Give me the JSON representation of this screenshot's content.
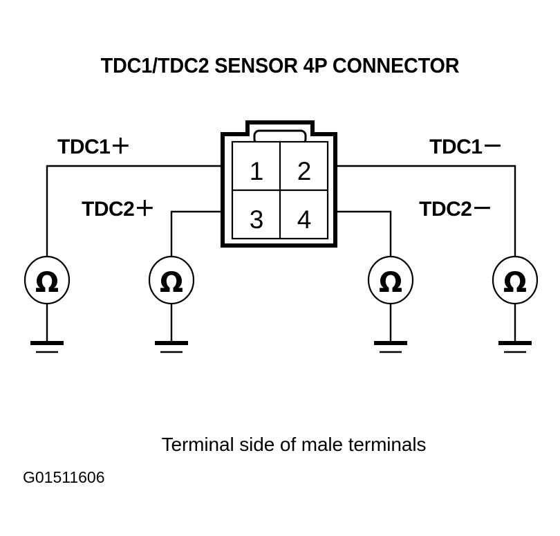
{
  "figure": {
    "title": "TDC1/TDC2 SENSOR 4P CONNECTOR",
    "caption": "Terminal side of male terminals",
    "figure_id": "G01511606",
    "background_color": "#ffffff",
    "line_color": "#000000"
  },
  "connector": {
    "name": "TDC1/TDC2 SENSOR 4P CONNECTOR",
    "pin_count": "4P",
    "view": "Terminal side of male terminals",
    "terminals": [
      {
        "number": "1",
        "position": "top-left"
      },
      {
        "number": "2",
        "position": "top-right"
      },
      {
        "number": "3",
        "position": "bottom-left"
      },
      {
        "number": "4",
        "position": "bottom-right"
      }
    ]
  },
  "wire_labels": {
    "tdc1_pos": "TDC1＋",
    "tdc1_neg": "TDC1－",
    "tdc2_pos": "TDC2＋",
    "tdc2_neg": "TDC2－"
  },
  "meters": [
    {
      "symbol": "Ω",
      "connects_to_terminal": "1",
      "label": "TDC1＋"
    },
    {
      "symbol": "Ω",
      "connects_to_terminal": "3",
      "label": "TDC2＋"
    },
    {
      "symbol": "Ω",
      "connects_to_terminal": "4",
      "label": "TDC2－"
    },
    {
      "symbol": "Ω",
      "connects_to_terminal": "2",
      "label": "TDC1－"
    }
  ]
}
